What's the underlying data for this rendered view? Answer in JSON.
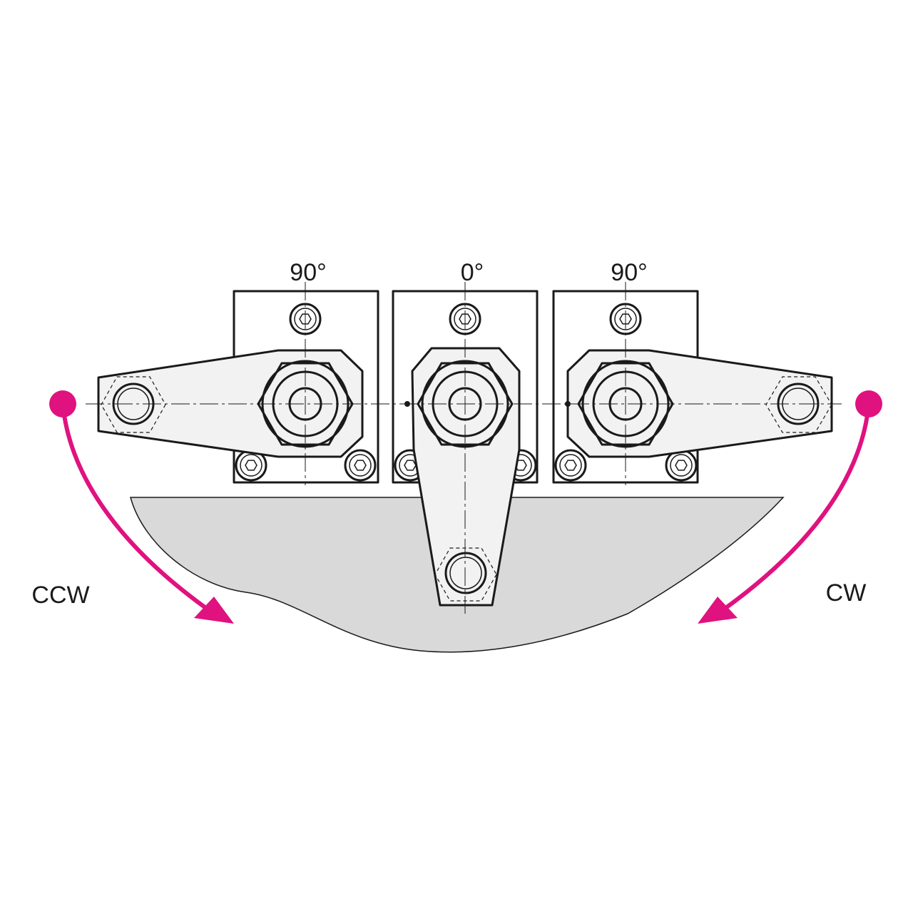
{
  "labels": {
    "left_angle": "90°",
    "center_angle": "0°",
    "right_angle": "90°",
    "ccw": "CCW",
    "cw": "CW"
  },
  "colors": {
    "accent": "#e0127f",
    "workpiece": "#d9d9d9",
    "part_fill": "#f2f2f2",
    "line": "#1a1a1a"
  },
  "icons": {
    "rotation_left": "curved-arrow-ccw-icon",
    "rotation_right": "curved-arrow-cw-icon"
  }
}
